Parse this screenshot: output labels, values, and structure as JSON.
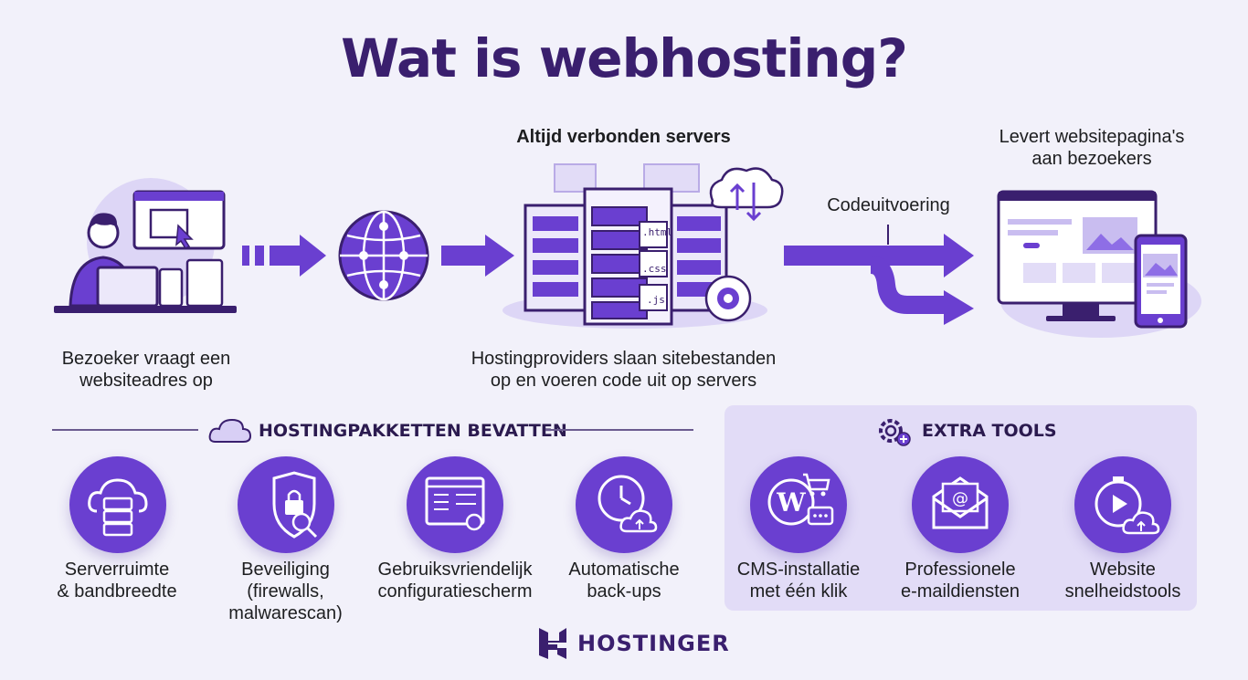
{
  "title": "Wat is webhosting?",
  "colors": {
    "purple": "#673de6",
    "dark": "#3a1f6e",
    "panel": "#e2dcf7"
  },
  "flow": {
    "visitor_caption": "Bezoeker vraagt een\nwebsiteadres op",
    "servers_heading": "Altijd verbonden servers",
    "servers_caption": "Hostingproviders slaan sitebestanden\nop en voeren code uit op servers",
    "code_label": "Codeuitvoering",
    "deliver_caption": "Levert websitepagina's\naan bezoekers",
    "file_labels": [
      ".html",
      ".css",
      ".js"
    ]
  },
  "packages": {
    "heading": "HOSTINGPAKKETTEN BEVATTEN",
    "items": [
      {
        "label": "Serverruimte\n& bandbreedte",
        "icon": "cloud-server-icon"
      },
      {
        "label": "Beveiliging\n(firewalls,\nmalwarescan)",
        "icon": "shield-lock-icon"
      },
      {
        "label": "Gebruiksvriendelijk\nconfiguratiescherm",
        "icon": "control-panel-icon"
      },
      {
        "label": "Automatische\nback-ups",
        "icon": "backup-clock-icon"
      }
    ]
  },
  "tools": {
    "heading": "EXTRA TOOLS",
    "items": [
      {
        "label": "CMS-installatie\nmet één klik",
        "icon": "wordpress-icon"
      },
      {
        "label": "Professionele\ne-maildiensten",
        "icon": "email-icon"
      },
      {
        "label": "Website\nsnelheidstools",
        "icon": "speed-tools-icon"
      }
    ]
  },
  "brand": {
    "name": "HOSTINGER"
  }
}
